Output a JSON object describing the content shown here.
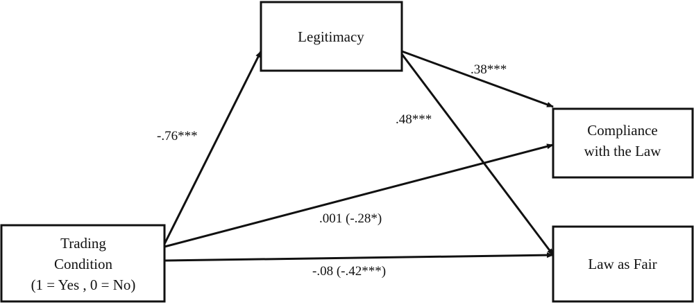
{
  "diagram": {
    "nodes": {
      "legitimacy": {
        "lines": [
          "Legitimacy"
        ]
      },
      "trading": {
        "lines": [
          "Trading",
          "Condition",
          "(1 = Yes , 0 = No)"
        ]
      },
      "compliance": {
        "lines": [
          "Compliance",
          "with the Law"
        ]
      },
      "fair": {
        "lines": [
          "Law as Fair"
        ]
      }
    },
    "edges": {
      "trading_to_legitimacy": {
        "label": "-.76***"
      },
      "legitimacy_to_compliance": {
        "label": ".38***"
      },
      "legitimacy_to_fair": {
        "label": ".48***"
      },
      "trading_to_compliance": {
        "label": ".001 (-.28*)"
      },
      "trading_to_fair": {
        "label": "-.08 (-.42***)"
      }
    },
    "colors": {
      "ink": "#111111",
      "background": "#ffffff"
    }
  }
}
